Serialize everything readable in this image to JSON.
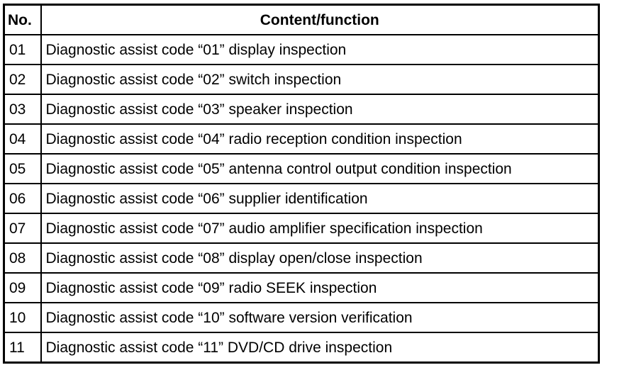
{
  "table": {
    "headers": {
      "no": "No.",
      "content": "Content/function"
    },
    "rows": [
      {
        "no": "01",
        "content": "Diagnostic assist code “01” display inspection"
      },
      {
        "no": "02",
        "content": "Diagnostic assist code “02” switch inspection"
      },
      {
        "no": "03",
        "content": "Diagnostic assist code “03” speaker inspection"
      },
      {
        "no": "04",
        "content": "Diagnostic assist code “04” radio reception condition inspection"
      },
      {
        "no": "05",
        "content": "Diagnostic assist code “05” antenna control output condition inspection"
      },
      {
        "no": "06",
        "content": "Diagnostic assist code “06” supplier identification"
      },
      {
        "no": "07",
        "content": "Diagnostic assist code “07” audio amplifier specification inspection"
      },
      {
        "no": "08",
        "content": "Diagnostic assist code “08” display open/close inspection"
      },
      {
        "no": "09",
        "content": "Diagnostic assist code “09” radio SEEK inspection"
      },
      {
        "no": "10",
        "content": "Diagnostic assist code “10” software version verification"
      },
      {
        "no": "11",
        "content": "Diagnostic assist code “11” DVD/CD drive inspection"
      }
    ]
  }
}
